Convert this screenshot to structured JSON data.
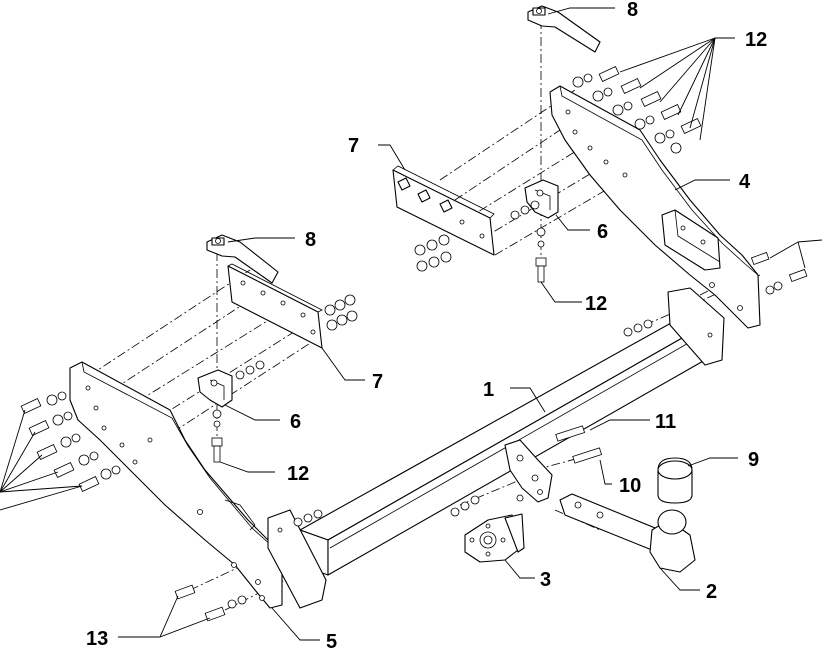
{
  "callouts": {
    "c1": "1",
    "c2": "2",
    "c3": "3",
    "c4": "4",
    "c5": "5",
    "c6_left": "6",
    "c6_right": "6",
    "c7_left": "7",
    "c7_right": "7",
    "c8_left": "8",
    "c8_right": "8",
    "c9": "9",
    "c10": "10",
    "c11": "11",
    "c12_top": "12",
    "c12_left": "12",
    "c12_right": "12",
    "c13": "13"
  }
}
